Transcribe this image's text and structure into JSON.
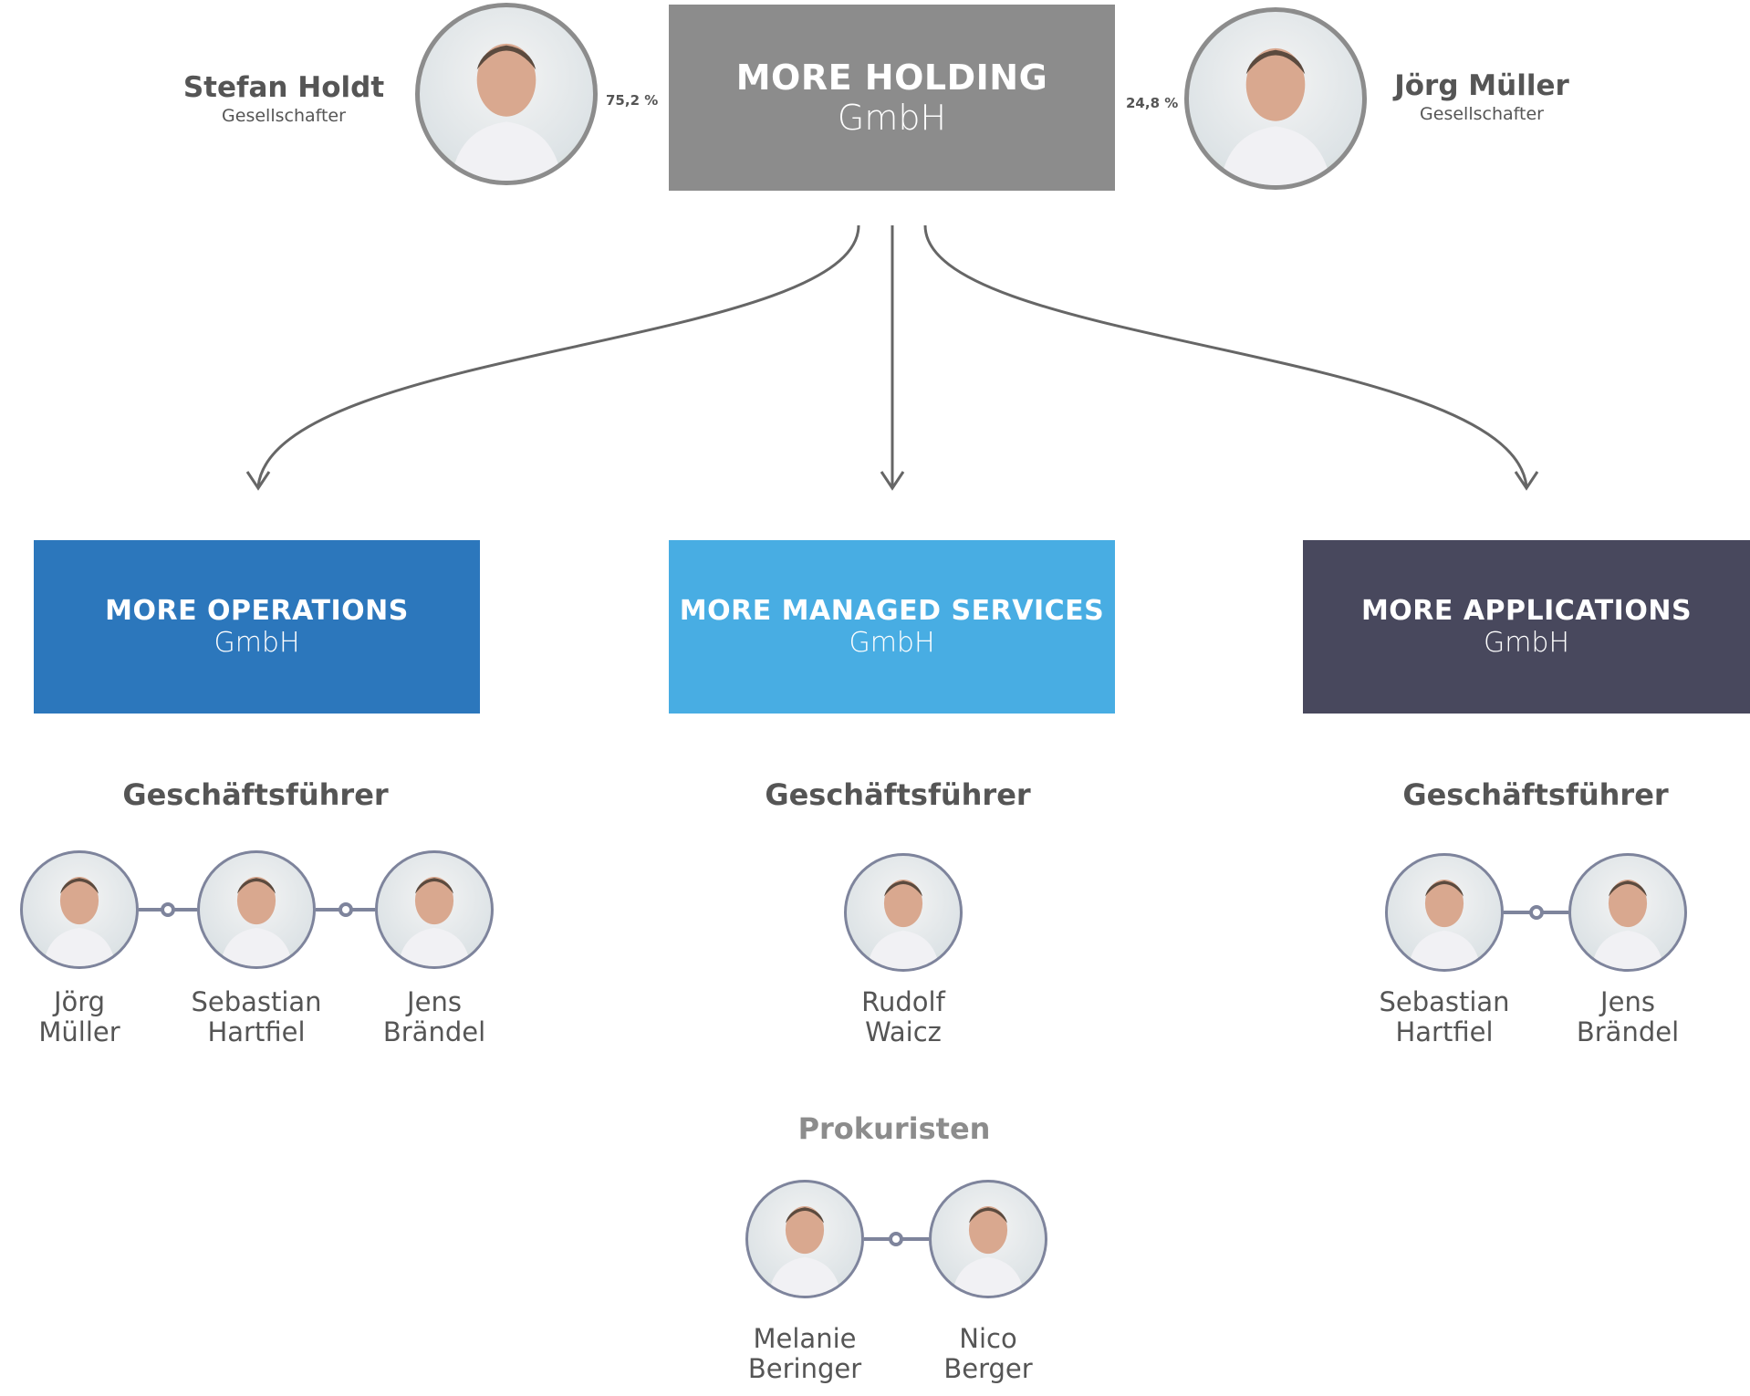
{
  "holding": {
    "title": "MORE HOLDING",
    "subtitle": "GmbH",
    "color": "#8c8c8c"
  },
  "shareholders": [
    {
      "name": "Stefan Holdt",
      "role": "Gesellschafter",
      "share": "75,2 %"
    },
    {
      "name": "Jörg Müller",
      "role": "Gesellschafter",
      "share": "24,8 %"
    }
  ],
  "companies": [
    {
      "title": "MORE OPERATIONS",
      "subtitle": "GmbH",
      "color": "#2c77bc",
      "heading": "Geschäftsführer",
      "people": [
        {
          "first": "Jörg",
          "last": "Müller"
        },
        {
          "first": "Sebastian",
          "last": "Hartfiel"
        },
        {
          "first": "Jens",
          "last": "Brändel"
        }
      ]
    },
    {
      "title": "MORE MANAGED SERVICES",
      "subtitle": "GmbH",
      "color": "#48ade3",
      "heading": "Geschäftsführer",
      "people": [
        {
          "first": "Rudolf",
          "last": "Waicz"
        }
      ],
      "prokuristen_heading": "Prokuristen",
      "prokuristen": [
        {
          "first": "Melanie",
          "last": "Beringer"
        },
        {
          "first": "Nico",
          "last": "Berger"
        }
      ]
    },
    {
      "title": "MORE APPLICATIONS",
      "subtitle": "GmbH",
      "color": "#48485d",
      "heading": "Geschäftsführer",
      "people": [
        {
          "first": "Sebastian",
          "last": "Hartfiel"
        },
        {
          "first": "Jens",
          "last": "Brändel"
        }
      ]
    }
  ]
}
